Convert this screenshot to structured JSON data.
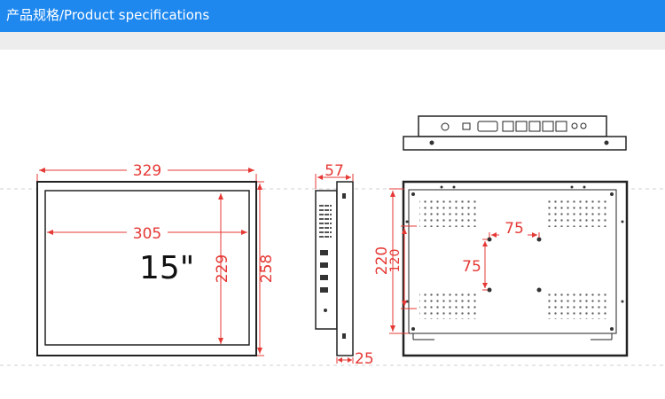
{
  "header": {
    "title": "产品规格/Product specifications"
  },
  "colors": {
    "header_bg": "#1E88EF",
    "subbar_bg": "#EDEDED",
    "dimension": "#E53935",
    "outline": "#222222"
  },
  "front_view": {
    "screen_size": "15\"",
    "outer_width": "329",
    "inner_width": "305",
    "inner_height": "229",
    "outer_height": "258"
  },
  "side_view": {
    "depth": "57",
    "bezel": "25"
  },
  "rear_view": {
    "mount_height": "220",
    "mount_inner_height": "120",
    "vesa_horizontal": "75",
    "vesa_vertical": "75"
  }
}
